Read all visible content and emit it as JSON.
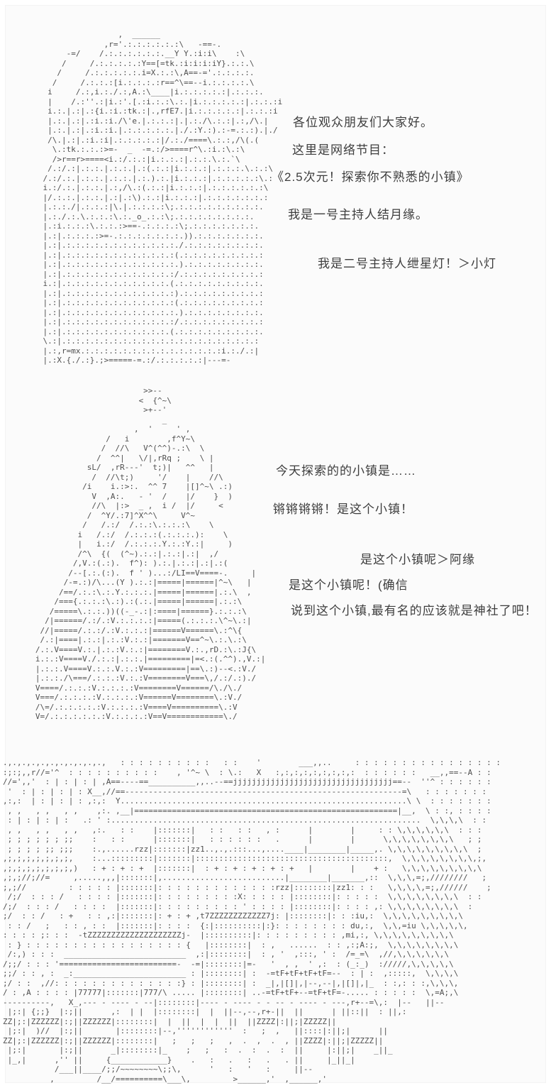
{
  "colors": {
    "page_background": "#fbfbfb",
    "ascii_ink": "#4e4e4e",
    "dialogue_ink": "#3d3d3d"
  },
  "dialogue": {
    "greeting": "各位观众朋友们大家好。",
    "show_intro": "这里是网络节目：",
    "show_title": "《2.5次元！探索你不熟悉的小镇》",
    "host1_intro": "我是一号主持人结月缘。",
    "host2_intro": "我是二号主持人绁星灯！＞小灯",
    "today_town": "今天探索的的小镇是……",
    "reveal": "锵锵锵锵！是这个小镇！",
    "akari_confirm": "是这个小镇呢＞阿缘",
    "yukari_confirm": "是这个小镇呢！(确信",
    "shrine_remark": "说到这个小镇,最有名的应该就是神社了吧！"
  },
  "panels": {
    "yukari_portrait": {
      "description": "ascii-art of host 1 (long-haired girl), top panel",
      "aa_lines": [
        "                    ,  ______",
        "                 ,r='.:.:.:.:.:.:\\   -==-.",
        "         -=/    /.:.:.:.:.:.:.__Y Y.:i:i\\    :\\",
        "        /     /.:.:.:.:.:Y==[=tk.:i:i:i:iY}.:.:.\\",
        "       /     /.:.:.:.:.:.i=X.:.:\\,A==-='.:.:.:.:.",
        "      /     /.:.:.:[i.:.:.:.:r==^\\==--i.:.:.:.:.\\",
        "     i     /.:,i.:./.:,A.:\\____|i.:.:.:.:.:|.:.:.:.",
        "     |    /.:''.:|i.:'.[.:i.:.:\\.:.|i.:.:.:.:.:|.:.:.:i",
        "     i.:.|.:|.:{i.:i.:tk.:|.,rfE7.|i.:.:.:.:.:|.:.:.:i",
        "     |.:.|.:|.:i.:i./\\'e.|.:.:.:|.|.:./\\.:.:|.:,/\\.|",
        "     |.:.|.:|.:i.:i.|.:.:.:.:.:.|./.:Y.:).:-=.:.:).|./",
        "     /\\.|.:|.:i.:i|.:.:.:.:.:|/.:./====\\.:.:,/\\(.(",
        "      \\.:tk.:.:.:>=-  _  -=.:/>====r^\\.:i.:\\.:\\",
        "      />r==r>====<i.:/.:.:|i.:.:.:|.:.:.\\.:.`\\",
        "     /.:/.:|.:.:.|.:.:.|.:(.:.:|i.:.:.:|.:.:.:.\\.:.:\\",
        "    /.:/.:.|.:.:.|.:.:.|.:.).:.|i.:.:.:|.:.:.:.:.:\\.:",
        "    i.:/.:.|.:.:.|.:,/\\.:(.:.:|i.:.:.:|.:.:.:.:.:.:\\",
        "    |/.:.:.|.:.:.|.:|.:\\).:.:|i.:.:.:|.:.:.:.:.:.:.:",
        "    |.:.:./|.:.:.:|\\.|.:.:.:.:\\;.:.:.:.:.:.:.:.:.:.",
        "    |.:./.:.\\.:.:.:\\.:._o_.:.:\\;.:.:.:.:.:.:.:.:.",
        "    |.:i.:.:.:\\.:.:.:>==-.:.:.:.:\\;.:.:.:.:.:.:.:.",
        "    |.:|.:.:.:.:>=-.:.:.:.:.:.:.:.)).:.:.:.:.:.:.:.",
        "    |.:|.:.:.:.:.:.:.:.:.:.:.:.:./.:.:.:.:.:.:.:.:.",
        "    |.:|.:.:.:.:.:.:.:.:.:.:.:.:(.:.:.:.:.:.:.:.:.:",
        "    |.:|.:.:.:.:.:.:.:.:.:.:.:.:.).:.:.:.:.:.:.:.:.",
        "    |.:|.:.:.:.:.:.:.:.:.:.:.:.:/.:.:.:.:.:.:.:.:.:",
        "    i.:|.:.:.:.:.:.:.:.:.:.:.:.(.:.:.:.:.:.:.:.:.:.",
        "    |.:|.:.:.:.:.:.:.:.:.:.:.:.:).:.:.:.:.:.:.:.:.:",
        "    |.:|.:.:.:.:.:.:.:.:.:.:.:.:(.:.:.:.:.:.:.:.:.:",
        "    |.:|.:.:.:.:.:.:.:.:.:.:.:.:.).:.:.:.:.:.:.:.:.",
        "    |.:|.:.:.:.:.:.:.:.:.:.:.:.:/.:.:.:.:.:.:.:.:.:",
        "    |.:|.:.:.:.:.:.:.:.:.:.:.:.(.:.:.:.:.:.:.:.:.:.",
        "    \\.:|.:.:.:.:.:.:.:.:.:.:.:.:.:.:.:.:.:.:.:.:.:",
        "    |.:,r=mx.:.:.:.:.:.:.:.:.:.:.:.:.:.:.:i.:./.:|",
        "    |.:X.{./.:}.;>=====-=.:/.:.:.:.:.:|---=-"
      ]
    },
    "akari_portrait": {
      "description": "ascii-art of host 2 (girl with beret), middle panel",
      "aa_lines": [
        "                          >>--",
        "                         <  {^~\\",
        "                          >+--'",
        "                              _",
        "                        ,  '     ' ,",
        "                  /   i        ,f^Y~\\",
        "                 /  //\\   V^(^^)-.:\\  \\",
        "                /  ^^|   \\/|,rRq ;    \\ |",
        "              sL/  ,rR---'  t;)|   ^^   |",
        "               /  //\\t;)     '/    |    //\\",
        "             /i    i.:>:.  ^^ 7    |[]^~\\ .:)",
        "               V  ,A:.   - '  /    |/    }  )",
        "               //\\  |:>  _ ,  i /  |/     <",
        "              /  ^Y/.:7]^X^^\\     V^~",
        "             /   /.:/  /.:.:\\.:.:.:\\    \\",
        "            i   /.:/  /.:.:.:(.:.:.:.):    \\",
        "            |   i.:/  /.:.:.:.Y.:.:Y.:|     )",
        "            /^\\  {(  (^~).:.:|.:.:|.:|  ,/",
        "           /,V.:(.:).  f^): ).:.|.:.:|.:|.:(",
        "          /--[.:.(:).  f ' )...:/LI==V====-.     |",
        "         /-=.:)/\\...(Y ).:.:|=====|======|^~\\   |",
        "        /==/.:.:\\.:.Y.:.:.:.|=====|======|.:.\\  ,",
        "       /==={.:.:.:\\.:).:(.:.|=====|======|.:.:\\",
        "      /=====\\.:.:.))((-_-.:|:====|======}.:.:.:\\",
        "     /|======/.:/.:V.:.:.:.:|=====(.:.:.:.\\^~\\.:|",
        "    //|=====/.:.:/.:V.:.:.:|======V======\\.:^\\{",
        "    /.:|====|.:.:|.:.:V.:.:|=======V==^~\\.:.\\.:\\",
        "   /.:.V====V.:.|.:.:V.:.:|========V.:.,rD.:\\.:J{\\",
        "   i.:.:V====V./.:.:|.:.:.|=========|=<.:(.^^).,V.:|",
        "   |.:.:.V====V.:.:.V.:.:V=========|==\\.:)--<.:V./",
        "   |.:.:./\\===/.:.:.:V.:.:V========V===\\,/.:/.:)./",
        "   V====/.:.:.:V.:.:.:.:V========V======/\\./\\./",
        "   V===/.:.:.:.:V.:.:.:.:V======V========\\.:V./",
        "   /\\=/.:.:.:.:.:V.:.:.:.:V====V==========\\.:V",
        "   V=/.:.:.:.:.:.:V.:.:.:.:V==V============\\./"
      ]
    },
    "shrine_scene": {
      "description": "ascii-art of town shrine with torii gate, bottom panel",
      "aa_lines": [
        ".,.,.,.,.,.,.,.,.,.,.,   : : : : : : : : : :   : :    '        ___,,..     : : : : : : : : : : : : : : : :",
        ":;:;,,r//='^  : : : : : : : : : :    , '^~ \\  : \\.:   X   :,:,:,:,:,:,:,:,:  : : : : : :   __,,==--A : :",
        "//=',,'  : | : | : | ,A==----==__________,,..--==jjjjjjjjjjjjjjjjjjjjjjjjjjjjjjjjjj==--  ''^ : : : : : :",
        " '  : | : | : | : X__,//==-----------------------------------------------------------=\\   : : : : : : :",
        ",:,:  | : | : | : ,:,:  Y.............................................................\\ \\  : : : : : : :",
        " , ,   , ,   , ,    ,:. ,__|========================================================|__,  \\ : :, : : : :",
        " : | : | : | :   .: ' :..................................................................  \\,\\,\\,\\  : :",
        " , ,   , ,   , ,   ,:.   : :    |:::::::|   : :   : :   , :      |        |     : : \\,\\,\\,\\,\\,\\  : : :",
        " ; ; ; ; ; ; ;;    :   : :      |:::::::|   : : : : : :   .      |        |      \\,\\,\\,\\,\\,\\,\\,\\   ; ;",
        " ; ; ; ; ;; ;;;    :.,......rzz|:::::::|zz1..,.,.:::...,....____|________|_____,. \\,\\,\\,\\,\\,\\,\\,\\,\\  ;",
        ",;,;,;,;,;,;,;,    :...:::::::::|:::::::|:::::::::::::::::::::::::::::::::::::::::,  \\,\\,\\,\\,\\,\\,\\,\\,;,",
        ",;,;,;,;,;,;,;,)   : + : + : +  |:::::::|  : + : + : + : + : +   |        |    + :   \\,\\,\\,\\,\\,\\,\\,\\,\\",
        ",;,;//;//=     ,.....,,,|:::::::|,..........................|________|_______,::  \\,\\,\\,=;,////////   ;",
        ";,;//         : : : : : |:::::::|: : : : : : : : : : : : :rzz|::::::::|zz1: : :   \\,\\,\\,\\,=;,//////    ;",
        " /;/  : : : /   : : : : |:::::::|: : : : : : : : :X: : : : : |::::::::|: : : : :  \\,\\,\\,\\,\\,\\,\\,\\  : :",
        "/;/  : : : /   : : : :  |:::::::|: : : : : : : : : ' : : : : |::::::::|: : : : ,: \\,\\,\\,\\,\\,\\,\\,\\  :",
        ";/  : : /   : +   : : ,:|:::::::|: + : + ,t7ZZZZZZZZZZZZ7j: |::::::::|: : :iu,:  \\,\\,\\,\\,\\,\\,\\,\\,\\",
        " : : /   ;   : : , : :  |:::::::|: : : :  {:|::::::::::|:}: : : : : : : : du,:,  \\,\\,=iu \\,\\,\\,\\,\\,",
        ": : : : ;: : :  -tZZZZZZZZZZZZZZZZZZZZj-  |::::::::::|: : : : : : : : : ,mi,:, \\,\\,\\,\\,\\,\\,\\,\\,\\",
        " : } : : : : : : : : : : : : : : : : : {   |::::::::|  : ,   ......  : : ,:;A:;,  \\,\\,\\,\\,\\,\\,\\,\\",
        " /:,) : : :  __________________________  ,:|::::::::|  : , '  ,:::, ' :  /=_=\\  ,//,\\,\\,\\,\\,\\,\\",
        "/;;/ : : : '=========================-  -=|::::::::|=-   '  , ,  ' ,:  : (_:_)  ://///,\\,\\,\\,\\,\\",
        ";;/ : : , :  _:________________________ : |::::::::| :  -=tF+tF+tF+tF=--  : | :  ,:::::,  \\,\\,\\,\\",
        ";/ : :  ,//: : : : : : : : : : : : : :} : |::::::::| :  _|,|[]|,|--,--|,|[]|,|_  : :,: : :,\\,\\,\\,",
        "/ : ,A : : : : |77777|:::::::|777/\\ ..... |::::::::| ..-=tF+tF+--=tF+tF=-..... : : : : :  \\,=A;,\\",
        "----------,   X_,--- - ---- - --|::::::::|---- - ---- - - -- - ---- - ---,r+--=\\,:  |--   ||--",
        " |;:| {;;}  |:;||      ,:  | |  |::::::::|  |  ||--,--,r+-||  ||      | ||::||  : ||,:",
        "ZZ|;:|ZZZZZZ|:;||ZZZZZZ|::::::::|  |  ||  |  |  ||  ||ZZZZ|:||;|ZZZZZ||",
        " |;:|  )//  |:;||       |::::::::|--,''''''''''''  :   ;  ,   ||::::|:||;|      ||",
        "ZZ|;:|ZZZZZZ|:;||ZZZZZZ|::::::::|   ;   ;   ;   ,  .  ,  .  , ||ZZZZ|:||;|ZZZZZ||",
        " |;:|       |:;||      _|::::::::|_    ;   ;   :  .  :  .  :  ||     |:||;|    _||_",
        " |_,|      ,'' ||     {____________}    .   :   .   :   .   . ||     |_||_|",
        "           /___||____/;;/~~~~~~~~\\;;\\,      '   :   '   :     ||--",
        "          ,         /__/==========\\___\\,         >______,'  ,______,'"
      ]
    }
  }
}
